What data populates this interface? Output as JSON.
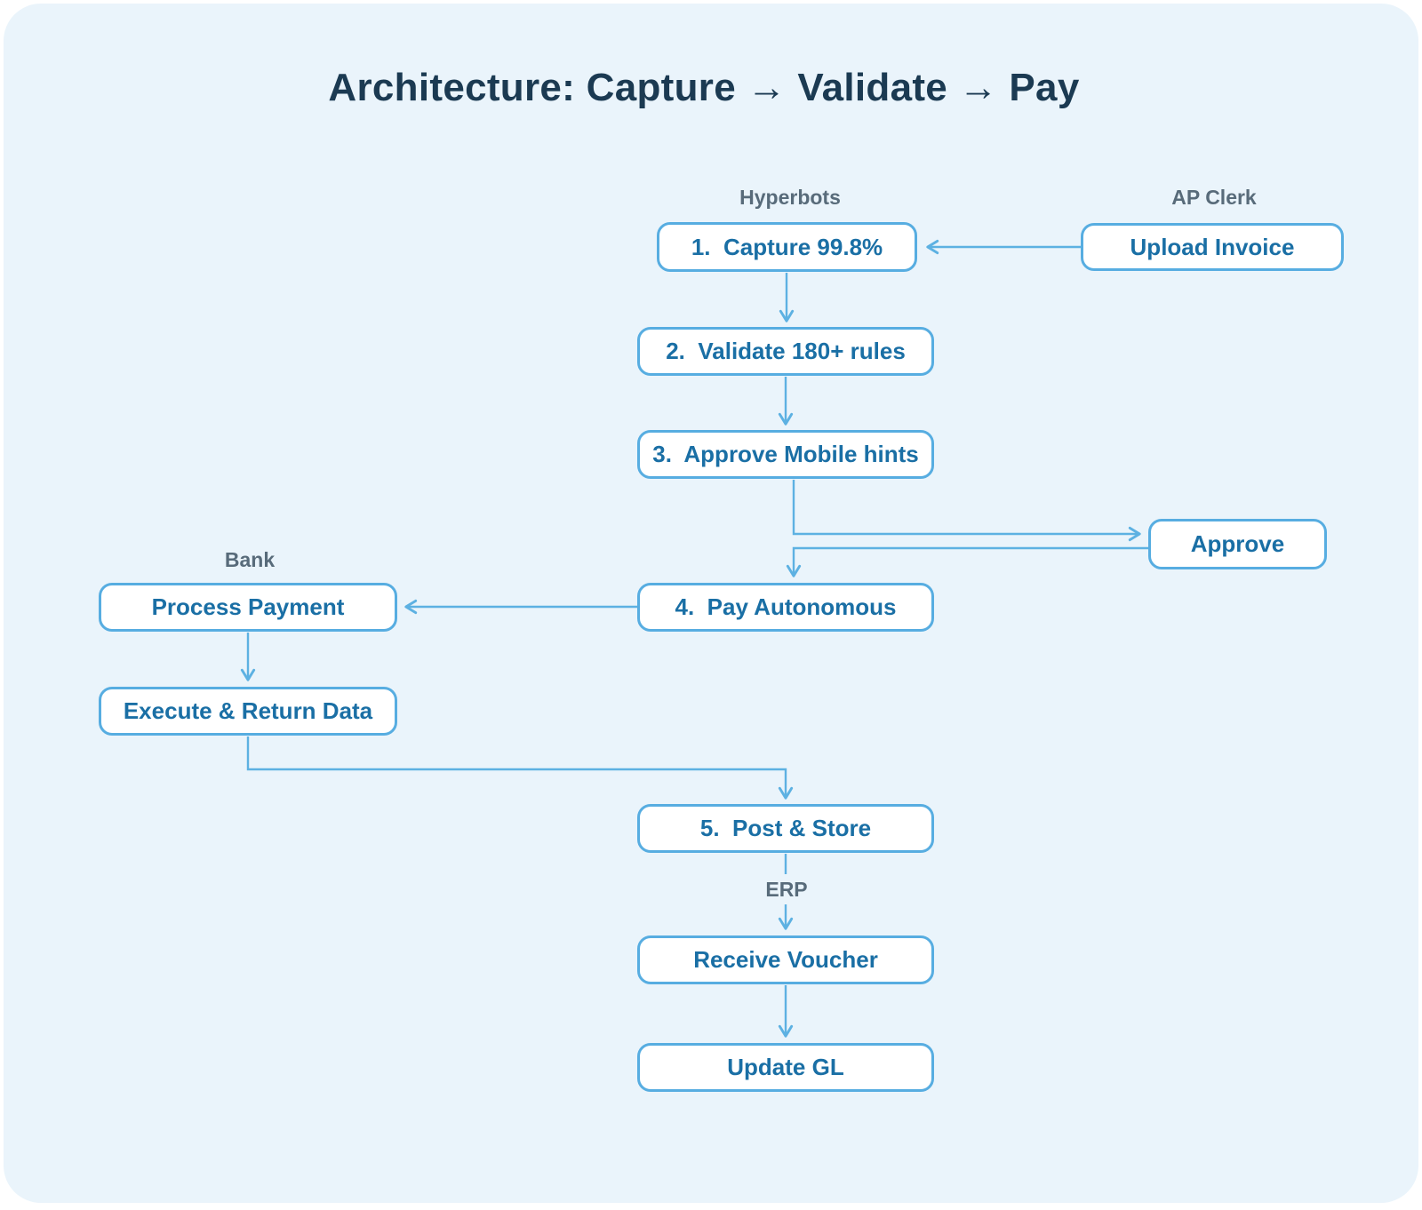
{
  "title": "Architecture: Capture → Validate → Pay",
  "nodes": {
    "capture": "1.  Capture 99.8%",
    "upload": "Upload Invoice",
    "validate": "2.  Validate 180+ rules",
    "approve_hints": "3.  Approve Mobile hints",
    "approve": "Approve",
    "process_payment": "Process Payment",
    "pay": "4.  Pay Autonomous",
    "execute": "Execute & Return Data",
    "post_store": "5.  Post & Store",
    "receive_voucher": "Receive Voucher",
    "update_gl": "Update GL"
  },
  "annotations": {
    "hyperbots": "Hyperbots",
    "ap_clerk": "AP Clerk",
    "bank": "Bank",
    "erp": "ERP"
  },
  "colors": {
    "panel_background": "#eaf4fb",
    "node_border": "#57ade1",
    "node_fill": "#ffffff",
    "node_text": "#1a6fa5",
    "arrow": "#5db1e2",
    "title_text": "#1b3a52",
    "annotation_text": "#586b7a"
  }
}
